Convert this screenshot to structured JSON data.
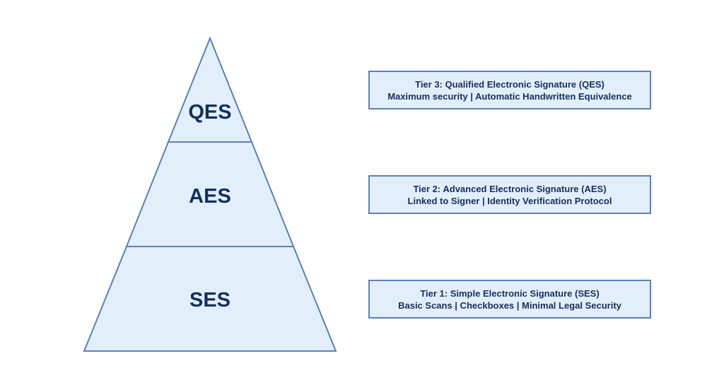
{
  "colors": {
    "fill": "#e3eefb",
    "stroke": "#5a81b5",
    "text": "#14305c"
  },
  "pyramid": {
    "top_label": "QES",
    "middle_label": "AES",
    "bottom_label": "SES"
  },
  "tiers": [
    {
      "title": "Tier 3: Qualified Electronic Signature (QES)",
      "subtitle": "Maximum security | Automatic Handwritten Equivalence"
    },
    {
      "title": "Tier 2: Advanced Electronic Signature (AES)",
      "subtitle": "Linked to Signer | Identity Verification Protocol"
    },
    {
      "title": "Tier 1: Simple Electronic Signature (SES)",
      "subtitle": "Basic Scans | Checkboxes | Minimal Legal Security"
    }
  ]
}
